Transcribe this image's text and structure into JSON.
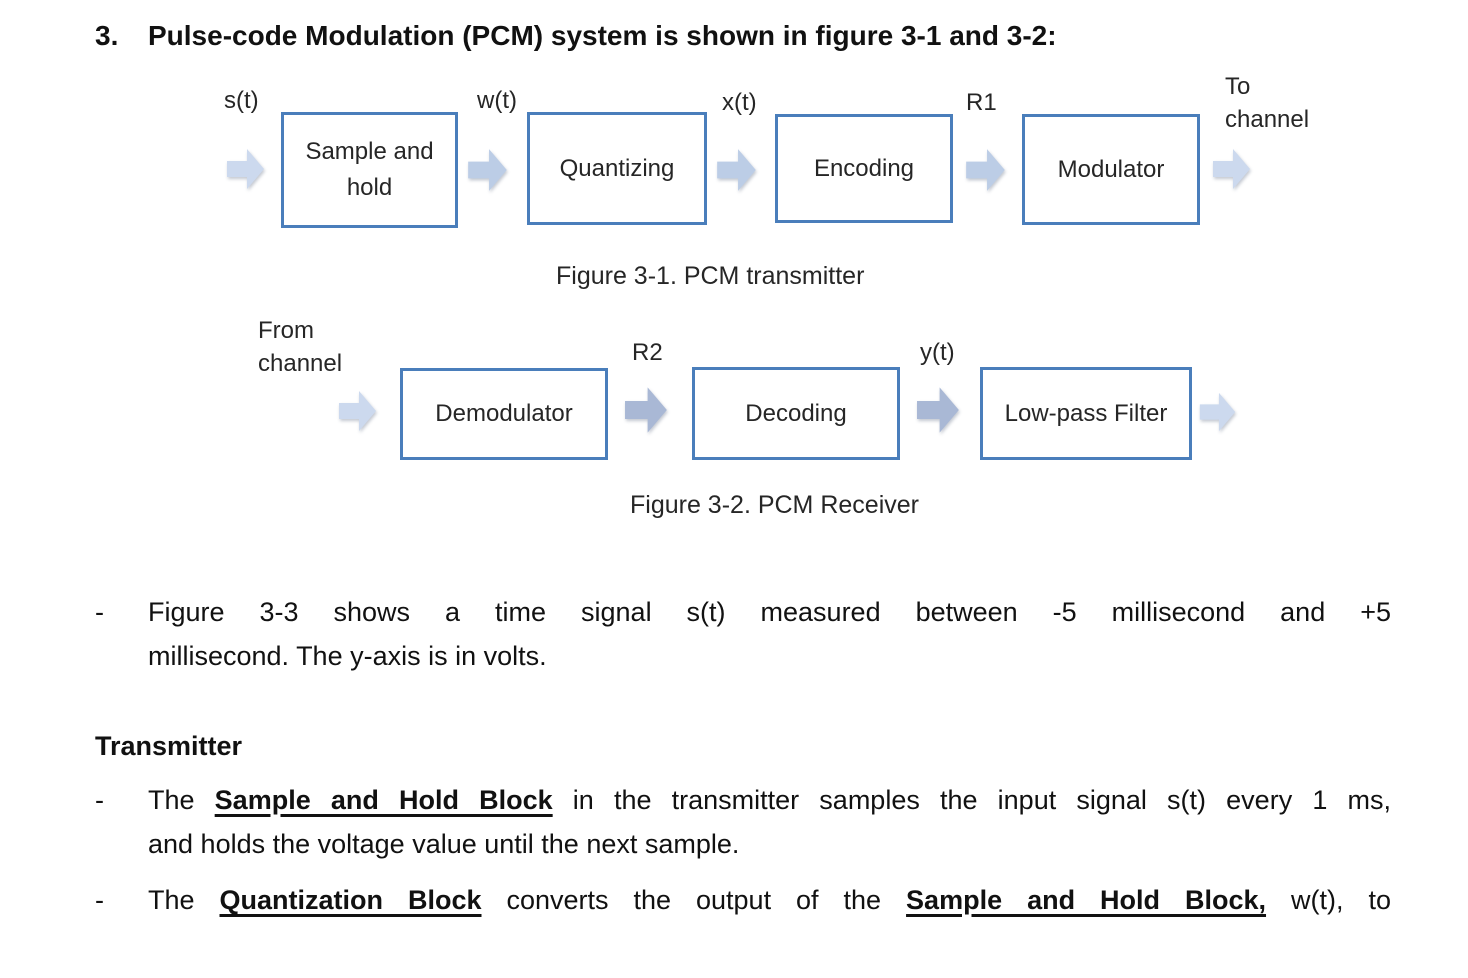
{
  "heading": {
    "number": "3.",
    "text": "Pulse-code Modulation (PCM) system is shown in figure 3-1 and 3-2:"
  },
  "figure1": {
    "caption": "Figure 3-1. PCM transmitter",
    "labels": {
      "input": "s(t)",
      "after_sample": "w(t)",
      "after_quantizing": "x(t)",
      "after_encoding": "R1",
      "output_line1": "To",
      "output_line2": "channel"
    },
    "blocks": {
      "sample_line1": "Sample and",
      "sample_line2": "hold",
      "quantizing": "Quantizing",
      "encoding": "Encoding",
      "modulator": "Modulator"
    }
  },
  "figure2": {
    "caption": "Figure 3-2. PCM Receiver",
    "labels": {
      "input_line1": "From",
      "input_line2": "channel",
      "after_demodulator": "R2",
      "after_decoding": "y(t)"
    },
    "blocks": {
      "demodulator": "Demodulator",
      "decoding": "Decoding",
      "lowpass": "Low-pass Filter"
    }
  },
  "body": {
    "dash": "-",
    "bullet1_line1": "Figure 3-3 shows a time signal s(t) measured between -5 millisecond and +5",
    "bullet1_line2": "millisecond. The y-axis is in volts.",
    "section_heading": "Transmitter",
    "bullet2": {
      "p1": "The ",
      "p2": "Sample and Hold Block",
      "p3": " in the transmitter samples the input signal s(t) every 1 ms,",
      "line2": "and holds the voltage value until the next sample."
    },
    "bullet3": {
      "p1": "The ",
      "p2": "Quantization Block",
      "p3": " converts the output of the ",
      "p4": "Sample and Hold Block,",
      "p5": " w(t), to"
    }
  },
  "colors": {
    "box_border": "#4a7ebb",
    "arrow_soft": "#ccd9ee",
    "arrow_light": "#bccde6",
    "arrow_medium": "#a9b8d5"
  }
}
